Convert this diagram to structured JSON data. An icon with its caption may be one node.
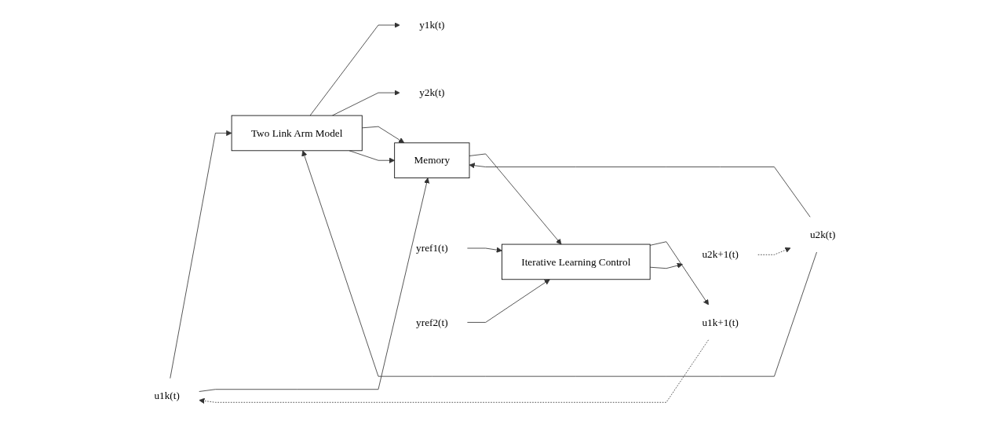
{
  "diagram": {
    "nodes": [
      {
        "text": [
          "u1k(t)"
        ]
      },
      {
        "text": [
          "u2k(t)"
        ]
      },
      {
        "text": [
          "Two Link Arm Model"
        ]
      },
      {
        "text": [
          "y1k(t)"
        ]
      },
      {
        "text": [
          "y2k(t)"
        ]
      },
      {
        "text": [
          "Memory"
        ]
      },
      {
        "text": [
          "Iterative Learning Control"
        ]
      },
      {
        "text": [
          "u1k+1(t)"
        ]
      },
      {
        "text": [
          "u2k+1(t)"
        ]
      },
      {
        "text": [
          "yref1(t)"
        ]
      },
      {
        "text": [
          "yref2(t)"
        ]
      }
    ],
    "edges": [
      {
        "from": 0,
        "to": 2,
        "arrow": "to"
      },
      {
        "from": 1,
        "to": 2,
        "arrow": "to"
      },
      {
        "from": 2,
        "to": 3,
        "arrow": "to"
      },
      {
        "from": 2,
        "to": 4,
        "arrow": "to"
      },
      {
        "from": 0,
        "to": 5,
        "arrow": "to"
      },
      {
        "from": 1,
        "to": 5,
        "arrow": "to"
      },
      {
        "from": 2,
        "to": 5,
        "arrow": "to"
      },
      {
        "from": 2,
        "to": 5,
        "arrow": "to"
      },
      {
        "from": 5,
        "to": 6,
        "arrow": "to"
      },
      {
        "from": 6,
        "to": 7,
        "arrow": "to"
      },
      {
        "from": 6,
        "to": 8,
        "arrow": "to"
      },
      {
        "from": 9,
        "to": 6,
        "arrow": "to"
      },
      {
        "from": 10,
        "to": 6,
        "arrow": "to"
      },
      {
        "from": 7,
        "to": 0,
        "arrow": "to",
        "style": "dashed"
      },
      {
        "from": 8,
        "to": 1,
        "arrow": "to",
        "style": "dashed"
      }
    ]
  }
}
